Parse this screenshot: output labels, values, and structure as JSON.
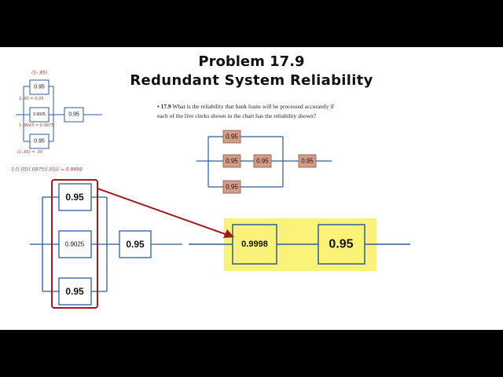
{
  "title": {
    "line1": "Problem 17.9",
    "line2": "Redundant System Reliability"
  },
  "question": {
    "bullet": "•",
    "number": "17.9",
    "text": "What is the reliability that bank loans will be processed accurately if each of the five clerks shown in the chart has the reliability shown?"
  },
  "colors": {
    "line_blue": "#2e5c9e",
    "textbook_box": "#d49b86",
    "highlight_yellow": "#fbf27a",
    "annotation_red": "#b3261e"
  },
  "small_diagram": {
    "parallel": [
      "0.95",
      "0.9025",
      "0.95"
    ],
    "series": "0.95",
    "notes": [
      "(1-.95)",
      "1-.95 = 0.05",
      "1-.9025 = 0.0975",
      "(1-.95) = .05",
      "1-[(.05)(.0975)(.05)] = 0.9998"
    ]
  },
  "textbook_diagram": {
    "row1": "0.95",
    "row2": [
      "0.95",
      "0.95",
      "0.95"
    ],
    "row3": "0.95"
  },
  "big_diagram": {
    "parallel": [
      "0.95",
      "0.9025",
      "0.95"
    ],
    "series": "0.95"
  },
  "result_diagram": {
    "combined": "0.9998",
    "series": "0.95"
  }
}
